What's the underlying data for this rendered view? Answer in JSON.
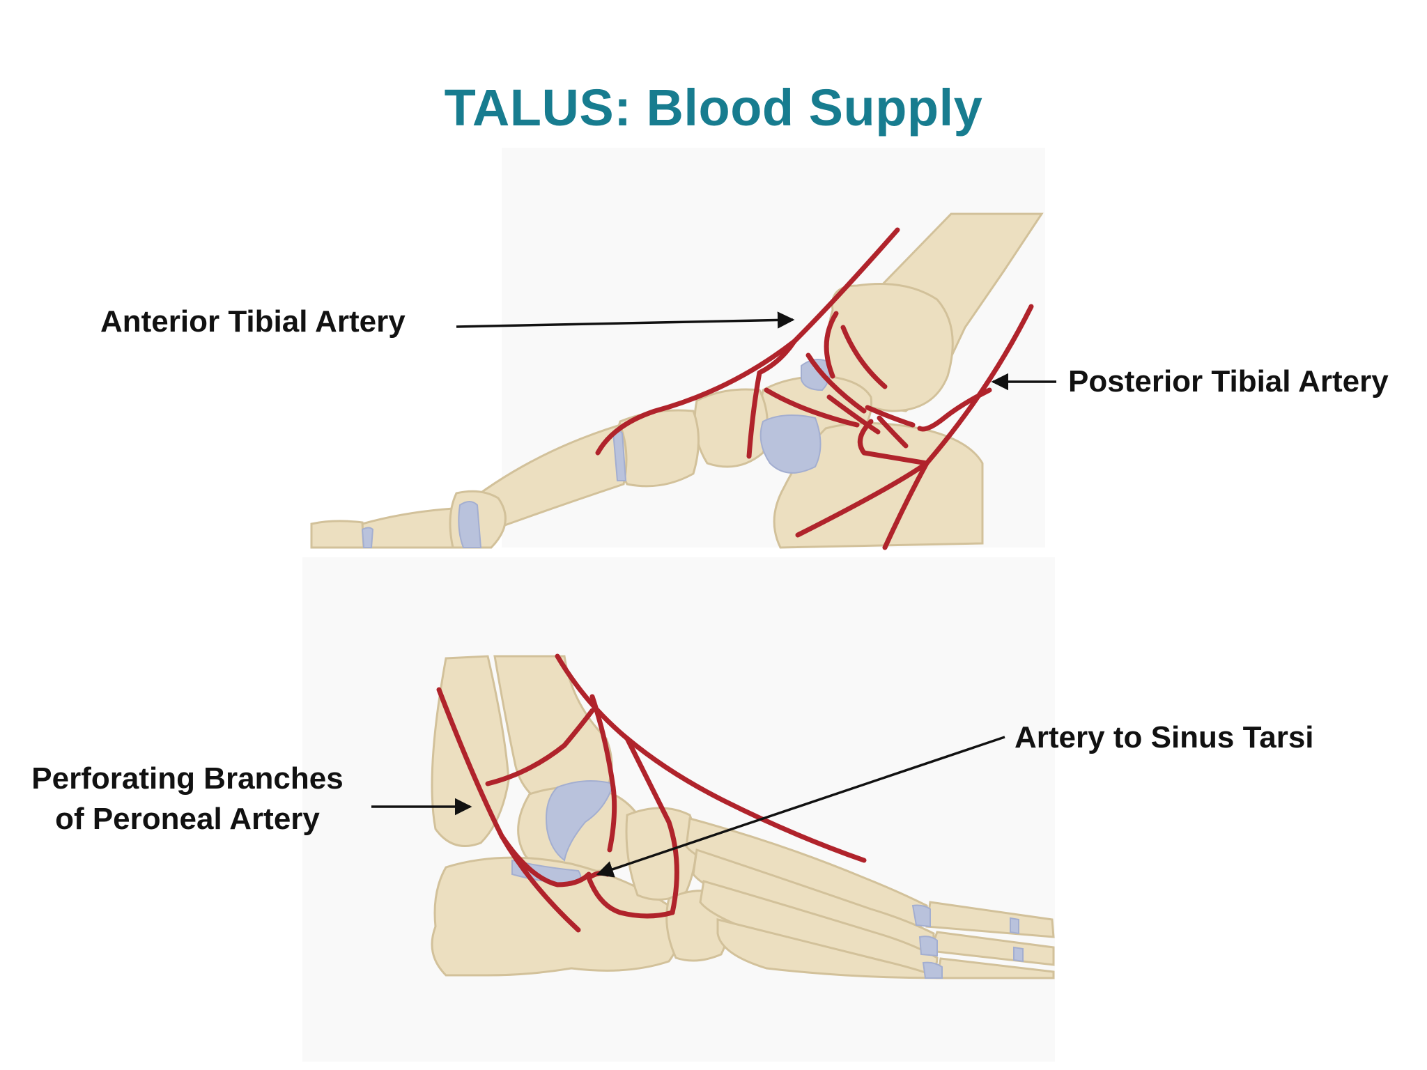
{
  "title": "TALUS: Blood Supply",
  "colors": {
    "title": "#177c8f",
    "bone": "#ecdfc0",
    "bone_shadow": "#d2c19a",
    "cartilage": "#b9c2dc",
    "artery": "#b0232b",
    "label": "#111111",
    "panel": "#f9f9f9"
  },
  "labels": {
    "anterior_tibial": "Anterior Tibial Artery",
    "posterior_tibial": "Posterior Tibial Artery",
    "sinus_tarsi": "Artery to Sinus Tarsi",
    "perforating_line1": "Perforating Branches",
    "perforating_line2": "of Peroneal Artery"
  },
  "figures": [
    {
      "view": "medial view of foot and ankle"
    },
    {
      "view": "lateral view of foot and ankle"
    }
  ]
}
